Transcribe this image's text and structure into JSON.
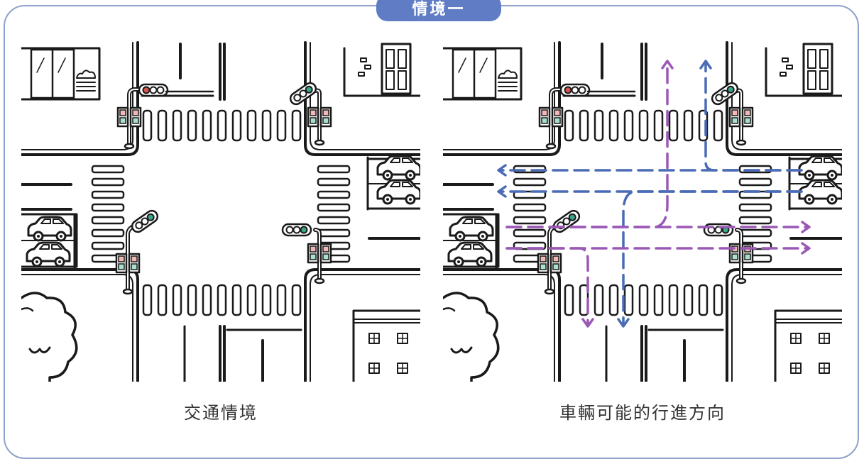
{
  "header": {
    "title": "情境一"
  },
  "panels": [
    {
      "caption": "交通情境"
    },
    {
      "caption": "車輛可能的行進方向"
    }
  ],
  "colors": {
    "frame": "#8fa0cc",
    "tab": "#5f7cc4",
    "line_art": "#1a1a1a",
    "light_red": "#d9534f",
    "light_green": "#3aa68a",
    "arrow_blue": "#4a6bb5",
    "arrow_purple": "#9b59b6"
  },
  "icons": [
    "traffic-light-icon",
    "car-icon",
    "building-icon",
    "tree-icon",
    "crosswalk-icon",
    "arrow-icon"
  ]
}
